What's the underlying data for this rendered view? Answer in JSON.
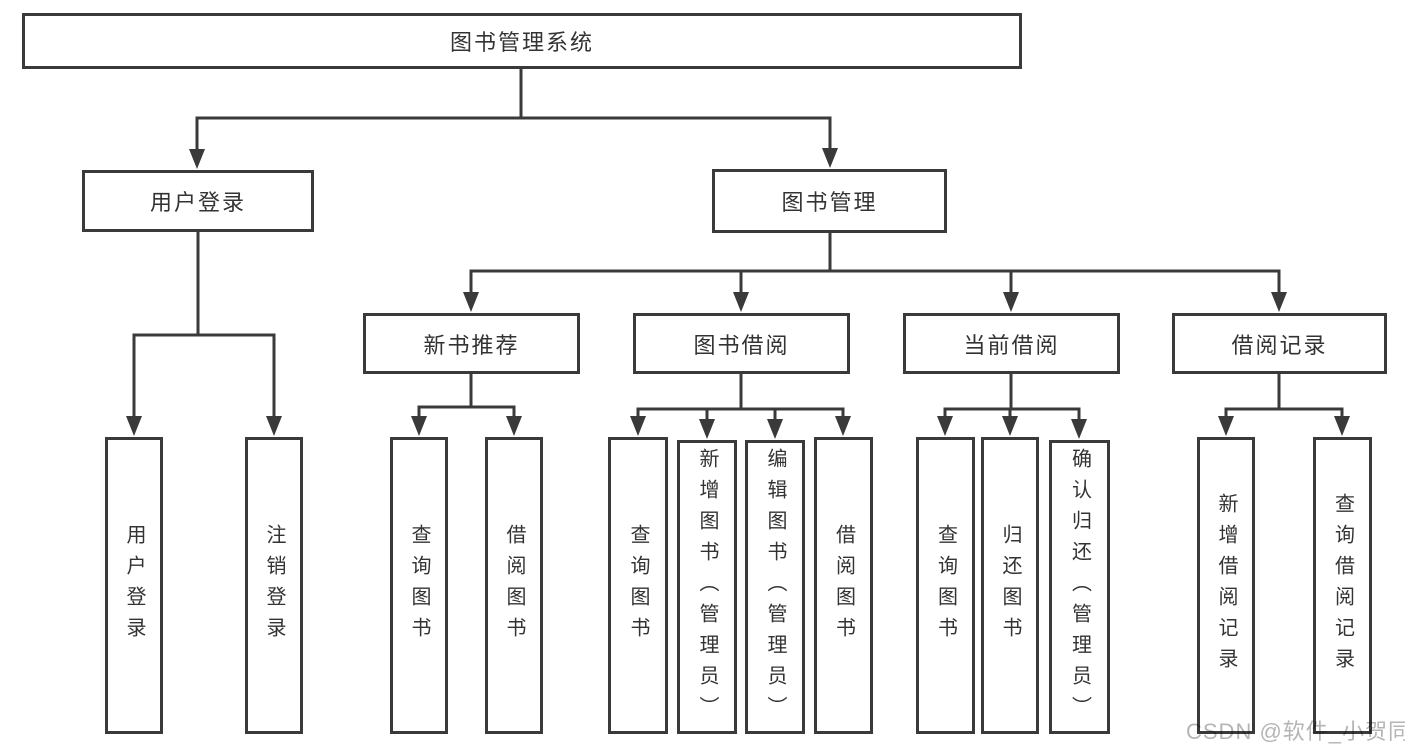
{
  "diagram": {
    "root": {
      "label": "图书管理系统"
    },
    "level2": [
      {
        "label": "用户登录"
      },
      {
        "label": "图书管理"
      }
    ],
    "level3": [
      {
        "label": "新书推荐"
      },
      {
        "label": "图书借阅"
      },
      {
        "label": "当前借阅"
      },
      {
        "label": "借阅记录"
      }
    ],
    "leaves": {
      "user_login": [
        "用户登录",
        "注销登录"
      ],
      "new_book": [
        "查询图书",
        "借阅图书"
      ],
      "book_borrow": [
        "查询图书",
        "新增图书（管理员）",
        "编辑图书（管理员）",
        "借阅图书"
      ],
      "current_borrow": [
        "查询图书",
        "归还图书",
        "确认归还（管理员）"
      ],
      "borrow_records": [
        "新增借阅记录",
        "查询借阅记录"
      ]
    },
    "watermark": "CSDN @软件_小贺同学",
    "colors": {
      "line": "#3a3a3a",
      "text": "#333333",
      "watermark": "#b5b5b5",
      "background": "#ffffff"
    }
  }
}
